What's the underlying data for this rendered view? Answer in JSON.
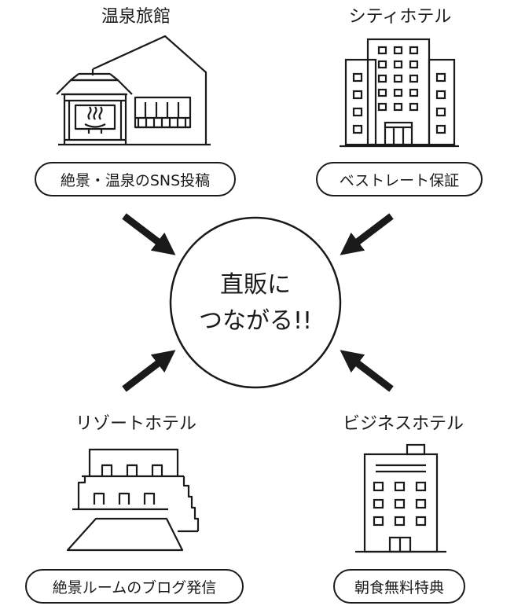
{
  "center": {
    "line1": "直販に",
    "line2": "つながる!!"
  },
  "quadrants": {
    "top_left": {
      "title": "温泉旅館",
      "tag": "絶景・温泉のSNS投稿",
      "icon": "ryokan-icon"
    },
    "top_right": {
      "title": "シティホテル",
      "tag": "ベストレート保証",
      "icon": "city-hotel-icon"
    },
    "bottom_left": {
      "title": "リゾートホテル",
      "tag": "絶景ルームのブログ発信",
      "icon": "resort-hotel-icon"
    },
    "bottom_right": {
      "title": "ビジネスホテル",
      "tag": "朝食無料特典",
      "icon": "business-hotel-icon"
    }
  },
  "colors": {
    "stroke": "#1a1a1a",
    "background": "#ffffff"
  }
}
